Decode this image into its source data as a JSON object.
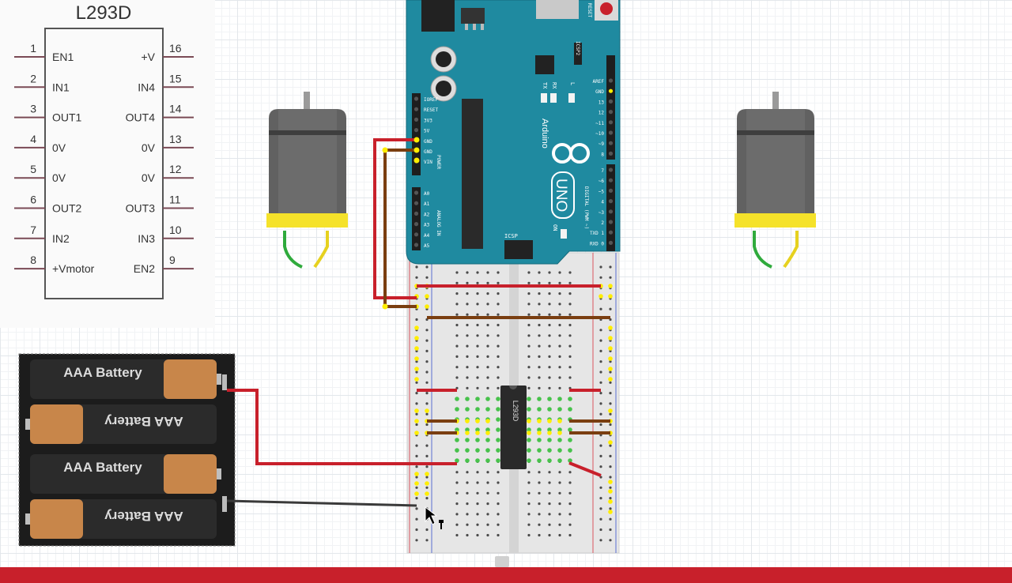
{
  "schematic": {
    "title": "L293D",
    "left_pins": [
      {
        "num": "1",
        "label": "EN1"
      },
      {
        "num": "2",
        "label": "IN1"
      },
      {
        "num": "3",
        "label": "OUT1"
      },
      {
        "num": "4",
        "label": "0V"
      },
      {
        "num": "5",
        "label": "0V"
      },
      {
        "num": "6",
        "label": "OUT2"
      },
      {
        "num": "7",
        "label": "IN2"
      },
      {
        "num": "8",
        "label": "+Vmotor"
      }
    ],
    "right_pins": [
      {
        "num": "16",
        "label": "+V"
      },
      {
        "num": "15",
        "label": "IN4"
      },
      {
        "num": "14",
        "label": "OUT4"
      },
      {
        "num": "13",
        "label": "0V"
      },
      {
        "num": "12",
        "label": "0V"
      },
      {
        "num": "11",
        "label": "OUT3"
      },
      {
        "num": "10",
        "label": "IN3"
      },
      {
        "num": "9",
        "label": "EN2"
      }
    ]
  },
  "battery_pack": {
    "cells": [
      "AAA Battery",
      "AAA Battery",
      "AAA Battery",
      "AAA Battery"
    ]
  },
  "arduino": {
    "brand": "Arduino",
    "model": "UNO",
    "power_labels": [
      "IOREF",
      "RESET",
      "3V3",
      "5V",
      "GND",
      "GND",
      "VIN"
    ],
    "analog_labels": [
      "A0",
      "A1",
      "A2",
      "A3",
      "A4",
      "A5"
    ],
    "power_header": "POWER",
    "analog_header": "ANALOG IN",
    "digital_labels": [
      "AREF",
      "GND",
      "13",
      "12",
      "~11",
      "~10",
      "~9",
      "8",
      "7",
      "~6",
      "~5",
      "4",
      "~3",
      "2",
      "TXD 1",
      "RXD 0"
    ],
    "digital_header": "DIGITAL (PWM ~)",
    "misc_labels": {
      "icsp": "ICSP",
      "icsp2": "ICSP2",
      "tx": "TX",
      "rx": "RX",
      "l": "L",
      "on": "ON",
      "reset": "RESET"
    }
  },
  "ic": {
    "label": "L293D"
  },
  "colors": {
    "wire_red": "#c8202b",
    "wire_brown": "#7a3e10",
    "wire_black": "#3a3a3a",
    "arduino_teal": "#1f8aa0",
    "motor_yellow": "#f5e22a",
    "status_bar_red": "#c8202b"
  }
}
